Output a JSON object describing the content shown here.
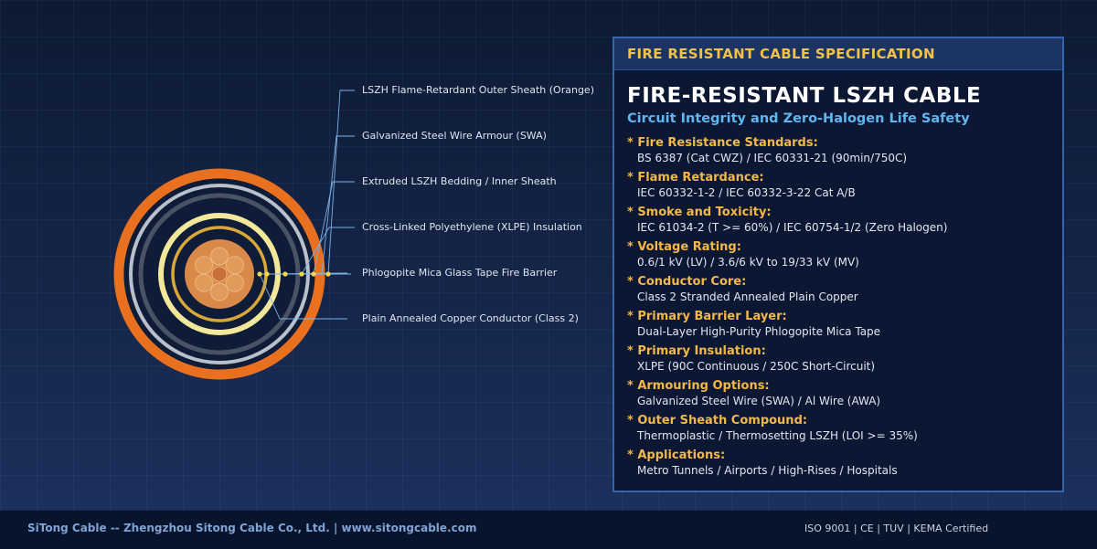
{
  "diagram": {
    "callouts": [
      {
        "label": "LSZH Flame-Retardant Outer Sheath (Orange)"
      },
      {
        "label": "Galvanized Steel Wire Armour (SWA)"
      },
      {
        "label": "Extruded LSZH Bedding / Inner Sheath"
      },
      {
        "label": "Cross-Linked Polyethylene (XLPE) Insulation"
      },
      {
        "label": "Phlogopite Mica Glass Tape Fire Barrier"
      },
      {
        "label": "Plain Annealed Copper Conductor (Class 2)"
      }
    ],
    "colors": {
      "outer_sheath": "#e8701e",
      "armour": "#b8c0cc",
      "bedding": "#4a5266",
      "insulation": "#f2e79a",
      "mica_tape": "#d9a73a",
      "conductor": "#d98a4a",
      "leader": "#7ab2e6",
      "leader_dot": "#f2d84a"
    }
  },
  "panel": {
    "header": "FIRE RESISTANT CABLE SPECIFICATION",
    "title": "FIRE-RESISTANT LSZH CABLE",
    "subtitle": "Circuit Integrity and Zero-Halogen Life Safety",
    "specs": [
      {
        "label": "* Fire Resistance Standards:",
        "value": "BS 6387 (Cat CWZ) / IEC 60331-21 (90min/750C)"
      },
      {
        "label": "* Flame Retardance:",
        "value": "IEC 60332-1-2 / IEC 60332-3-22 Cat A/B"
      },
      {
        "label": "* Smoke and Toxicity:",
        "value": "IEC 61034-2 (T >= 60%) / IEC 60754-1/2 (Zero Halogen)"
      },
      {
        "label": "* Voltage Rating:",
        "value": "0.6/1 kV (LV) / 3.6/6 kV to 19/33 kV (MV)"
      },
      {
        "label": "* Conductor Core:",
        "value": "Class 2 Stranded Annealed Plain Copper"
      },
      {
        "label": "* Primary Barrier Layer:",
        "value": "Dual-Layer High-Purity Phlogopite Mica Tape"
      },
      {
        "label": "* Primary Insulation:",
        "value": "XLPE (90C Continuous / 250C Short-Circuit)"
      },
      {
        "label": "* Armouring Options:",
        "value": "Galvanized Steel Wire (SWA) / Al Wire (AWA)"
      },
      {
        "label": "* Outer Sheath Compound:",
        "value": "Thermoplastic / Thermosetting LSZH (LOI >= 35%)"
      },
      {
        "label": "* Applications:",
        "value": "Metro Tunnels / Airports / High-Rises / Hospitals"
      }
    ]
  },
  "footer": {
    "left": "SiTong Cable -- Zhengzhou Sitong Cable Co., Ltd. | www.sitongcable.com",
    "right": "ISO 9001 | CE | TUV | KEMA Certified"
  }
}
